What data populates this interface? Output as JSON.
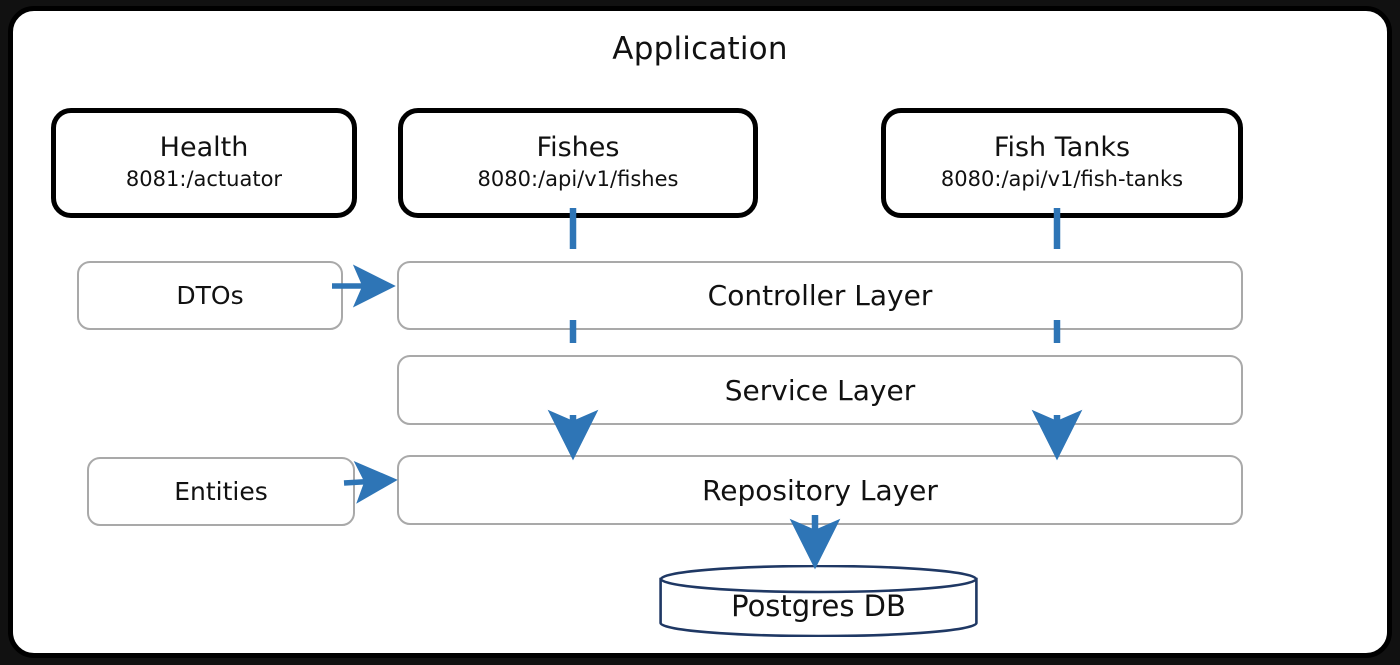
{
  "diagram": {
    "title": "Application",
    "accent_arrow_color": "#2e75b6",
    "container_border_color": "#000000",
    "layer_border_color": "#a9a9a9",
    "db_border_color": "#1f3864"
  },
  "endpoints": [
    {
      "name": "Health",
      "title": "Health",
      "endpoint": "8081:/actuator"
    },
    {
      "name": "Fishes",
      "title": "Fishes",
      "endpoint": "8080:/api/v1/fishes"
    },
    {
      "name": "Fish Tanks",
      "title": "Fish Tanks",
      "endpoint": "8080:/api/v1/fish-tanks"
    }
  ],
  "layers": [
    {
      "label": "Controller Layer"
    },
    {
      "label": "Service Layer"
    },
    {
      "label": "Repository Layer"
    }
  ],
  "side_boxes": [
    {
      "label": "DTOs"
    },
    {
      "label": "Entities"
    }
  ],
  "database": {
    "label": "Postgres DB"
  }
}
